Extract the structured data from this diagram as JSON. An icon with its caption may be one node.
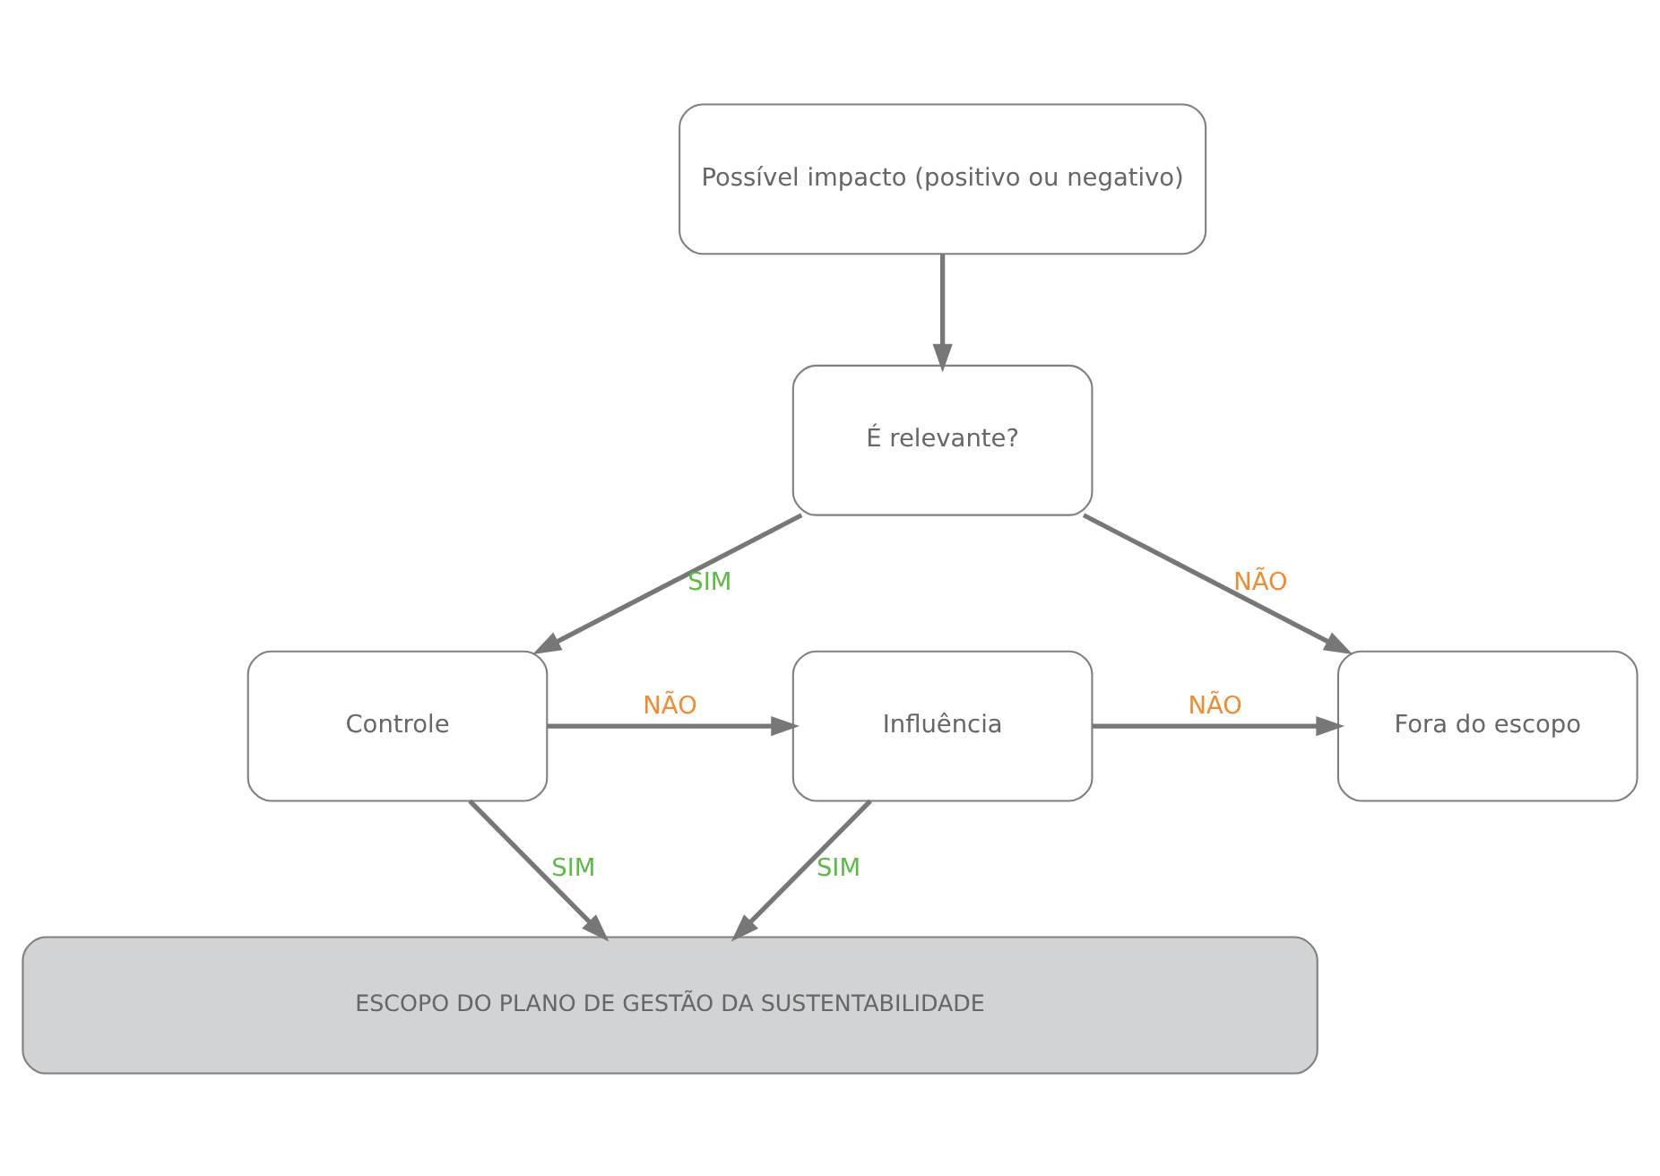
{
  "diagram": {
    "nodes": [
      {
        "text": [
          "Possível impacto (positivo ou negativo)"
        ]
      },
      {
        "text": [
          "É relevante?"
        ]
      },
      {
        "text": [
          "Controle"
        ]
      },
      {
        "text": [
          "Influência"
        ]
      },
      {
        "text": [
          "Fora do escopo"
        ]
      },
      {
        "text": [
          "ESCOPO DO PLANO DE GESTÃO DA SUSTENTABILIDADE"
        ]
      }
    ],
    "edges": [
      {
        "from": 0,
        "to": 1,
        "arrow": "to"
      },
      {
        "from": 1,
        "to": 2,
        "arrow": "to",
        "label": "SIM"
      },
      {
        "from": 1,
        "to": 4,
        "arrow": "to",
        "label": "NÃO"
      },
      {
        "from": 2,
        "to": 3,
        "arrow": "to",
        "label": "NÃO"
      },
      {
        "from": 3,
        "to": 4,
        "arrow": "to",
        "label": "NÃO"
      },
      {
        "from": 2,
        "to": 5,
        "arrow": "to",
        "label": "SIM"
      },
      {
        "from": 3,
        "to": 5,
        "arrow": "to",
        "label": "SIM"
      }
    ]
  }
}
